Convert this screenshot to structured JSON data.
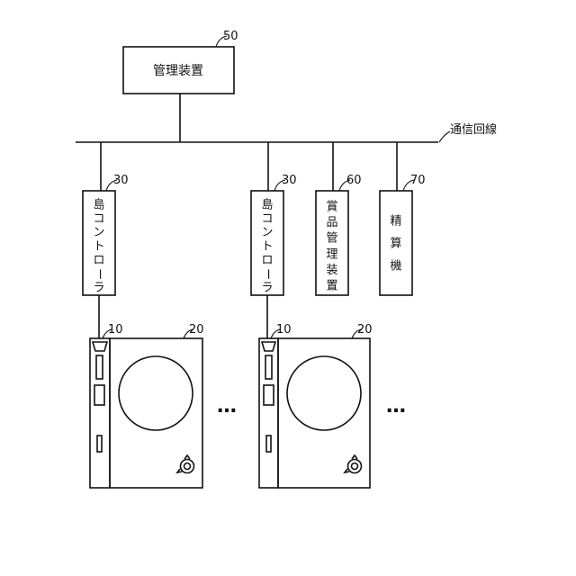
{
  "management": {
    "label": "管理装置",
    "ref": "50"
  },
  "network": {
    "label": "通信回線"
  },
  "island_controllers": [
    {
      "label": "島コントローラ",
      "ref": "30"
    },
    {
      "label": "島コントローラ",
      "ref": "30"
    }
  ],
  "prize_manager": {
    "label": "賞品管理装置",
    "ref": "60"
  },
  "settlement": {
    "label": "精算機",
    "ref": "70"
  },
  "units": [
    {
      "unit_ref": "10",
      "machine_ref": "20"
    },
    {
      "unit_ref": "10",
      "machine_ref": "20"
    }
  ],
  "ellipsis": "…"
}
